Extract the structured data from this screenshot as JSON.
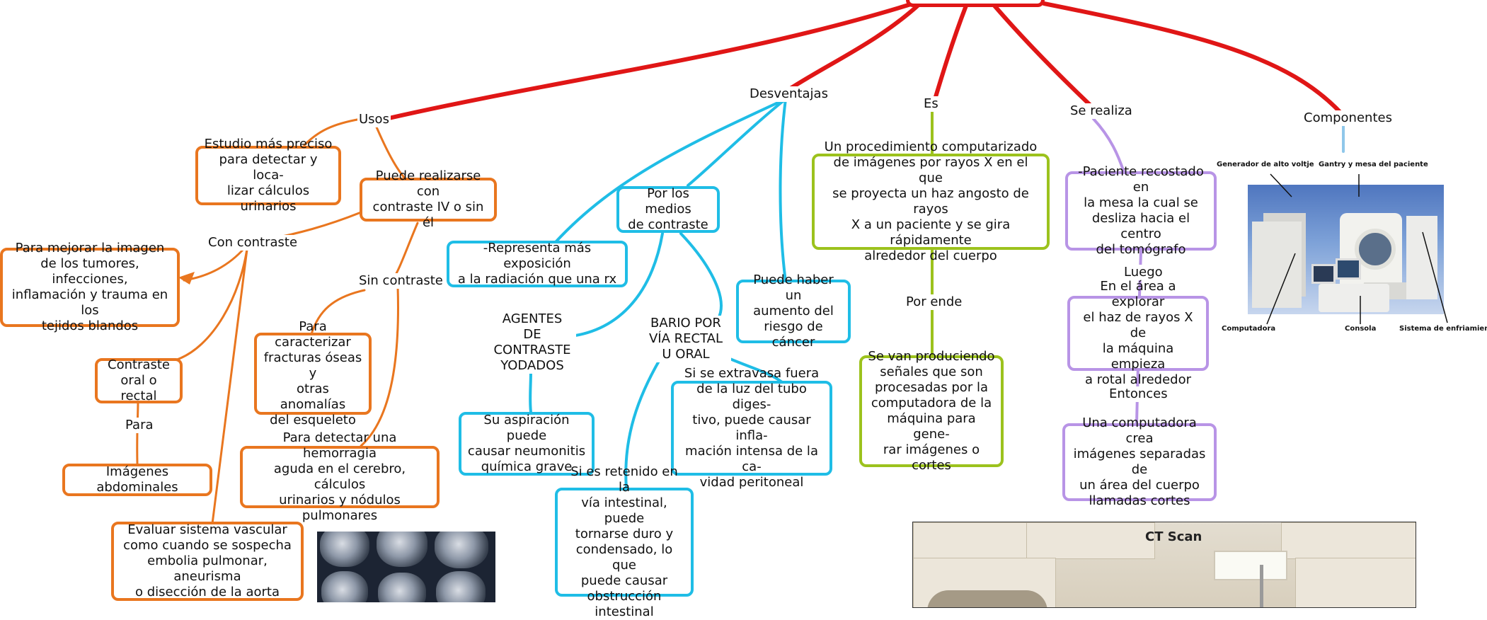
{
  "diagram": {
    "root": {
      "label": ""
    },
    "branches": {
      "usos": "Usos",
      "desventajas": "Desventajas",
      "es": "Es",
      "se_realiza": "Se realiza",
      "componentes": "Componentes"
    },
    "usos": {
      "estudio": "Estudio más preciso\npara detectar y loca-\nlizar cálculos urinarios",
      "puede_realizarse": "Puede realizarse con\ncontraste IV o sin él",
      "con_contraste": "Con contraste",
      "sin_contraste": "Sin contraste",
      "mejorar_imagen": "Para mejorar la imagen\nde los tumores, infecciones,\ninflamación y trauma en los\ntejidos blandos",
      "contraste_oral": "Contraste\noral o rectal",
      "para": "Para",
      "imagenes_abdominales": "Imágenes abdominales",
      "evaluar_sistema": "Evaluar sistema vascular\ncomo cuando se sospecha\nembolia pulmonar, aneurisma\no disección de la aorta",
      "caracterizar_fracturas": "Para caracterizar\nfracturas óseas y\notras anomalías\ndel esqueleto",
      "detectar_hemorragia": "Para detectar una hemorragia\naguda en el cerebro, cálculos\nurinarios y nódulos pulmonares"
    },
    "desventajas": {
      "representa": "-Representa más exposición\na la radiación que una rx",
      "medios_contraste": "Por los medios\nde contraste",
      "aumento_riesgo": "Puede haber un\naumento del\nriesgo de cáncer",
      "agentes_yodados": "AGENTES\nDE\nCONTRASTE\nYODADOS",
      "bario": "BARIO POR\nVÍA RECTAL\nU ORAL",
      "aspiracion": "Su aspiración puede\ncausar neumonitis\nquímica grave",
      "extravasa": "Si se extravasa fuera\nde la luz del tubo diges-\ntivo, puede causar infla-\nmación intensa de la ca-\nvidad peritoneal",
      "retenido": "Si es retenido en la\nvía intestinal, puede\ntornarse duro y\ncondensado, lo que\npuede causar\nobstrucción intestinal"
    },
    "es": {
      "procedimiento": "Un procedimiento computarizado\nde imágenes por rayos X en el que\nse proyecta un haz angosto de rayos\nX a un paciente y se gira rápidamente\nalrededor del cuerpo",
      "por_ende": "Por ende",
      "senales": "Se van produciendo\nseñales que son\nprocesadas por la\ncomputadora de la\nmáquina para gene-\nrar imágenes o cortes"
    },
    "se_realiza": {
      "paciente": "-Paciente recostado en\nla mesa la cual se\ndesliza hacia el centro\ndel tomógrafo",
      "luego": "Luego",
      "area": "En el área a explorar\nel haz de rayos X de\nla máquina empieza\na rotal alrededor",
      "entonces": "Entonces",
      "computadora": "Una computadora crea\nimágenes separadas de\nun área del cuerpo\nllamadas cortes"
    },
    "componentes": {
      "generador": "Generador de alto voltje",
      "gantry": "Gantry y mesa del paciente",
      "computadora": "Computadora",
      "consola": "Consola",
      "enfriamiento": "Sistema de enfriamiento"
    },
    "ct_scan_title": "CT Scan"
  },
  "colors": {
    "root": "#e01616",
    "usos": "#e9761f",
    "desventajas": "#1fbde6",
    "es": "#9cc21d",
    "se_realiza": "#b894e6",
    "componentes": "#8fc7ea"
  }
}
